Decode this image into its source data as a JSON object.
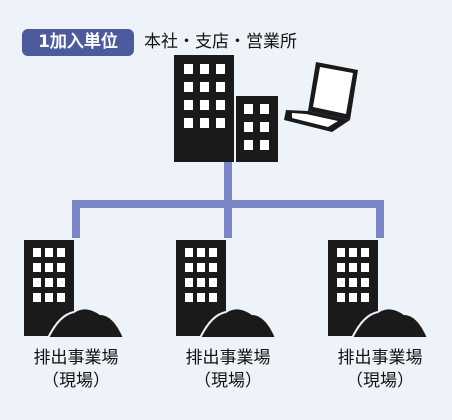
{
  "badge": {
    "label": "1加入単位"
  },
  "head_office": {
    "label": "本社・支店・営業所"
  },
  "sites": [
    {
      "name": "排出事業場",
      "sub": "（現場）"
    },
    {
      "name": "排出事業場",
      "sub": "（現場）"
    },
    {
      "name": "排出事業場",
      "sub": "（現場）"
    }
  ],
  "colors": {
    "background": "#eef3fa",
    "badge": "#4d5a9e",
    "connector": "#7b86c6",
    "building": "#1a1a1a"
  },
  "icons": [
    "office-building-icon",
    "laptop-icon",
    "construction-site-icon"
  ]
}
